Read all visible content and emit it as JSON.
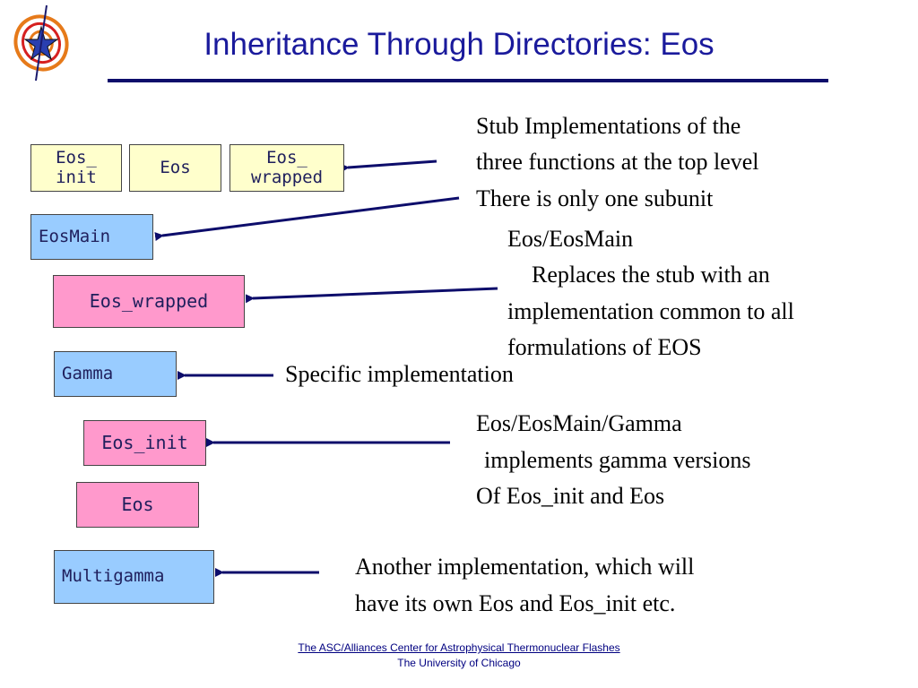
{
  "title": "Inheritance Through Directories: Eos",
  "boxes": {
    "eos_init_top": "Eos_\ninit",
    "eos_top": "Eos",
    "eos_wrapped_top": "Eos_\nwrapped",
    "eosmain": "EosMain",
    "eos_wrapped": "Eos_wrapped",
    "gamma": "Gamma",
    "eos_init": "Eos_init",
    "eos": "Eos",
    "multigamma": "Multigamma"
  },
  "notes": {
    "stub_line1": "Stub Implementations of the",
    "stub_line2": "three functions at the top level",
    "subunit_line1": "There is only one subunit",
    "subunit_line2": "Eos/EosMain",
    "replaces_line1": "Replaces the stub with an",
    "replaces_line2": "implementation common to all",
    "replaces_line3": "formulations of EOS",
    "specific": "Specific implementation",
    "gamma_line1": "Eos/EosMain/Gamma",
    "gamma_line2": "implements gamma versions",
    "gamma_line3": "Of Eos_init and Eos",
    "another_line1": "Another implementation, which will",
    "another_line2": "have its own Eos and Eos_init etc."
  },
  "footer": {
    "center_name": "The ASC/Alliances Center for Astrophysical Thermonuclear Flashes",
    "university": "The University of Chicago"
  },
  "colors": {
    "title": "#1a1a9c",
    "yellow_box": "#ffffcc",
    "blue_box": "#99ccff",
    "pink_box": "#ff99cc",
    "arrow": "#0d0d6b"
  },
  "icons": [
    "flash-center-logo",
    "arrow-left"
  ]
}
